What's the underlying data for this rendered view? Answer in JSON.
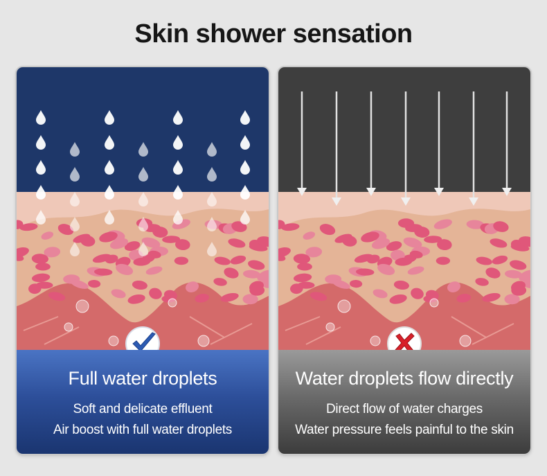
{
  "title": "Skin shower sensation",
  "panels": [
    {
      "heading": "Full water droplets",
      "lines": [
        "Soft and delicate effluent",
        "Air boost with full water droplets"
      ],
      "status": "good",
      "badge_icon": "check-icon",
      "colors": {
        "sky": "#1e3769",
        "caption": "#2d4f9a",
        "accent": "#2c5bb3"
      }
    },
    {
      "heading": "Water droplets flow directly",
      "lines": [
        "Direct flow of water charges",
        "Water pressure feels painful to the skin"
      ],
      "status": "bad",
      "badge_icon": "cross-icon",
      "colors": {
        "sky": "#3e3e3e",
        "caption": "#6a6a6a",
        "accent": "#d8202a"
      }
    }
  ]
}
